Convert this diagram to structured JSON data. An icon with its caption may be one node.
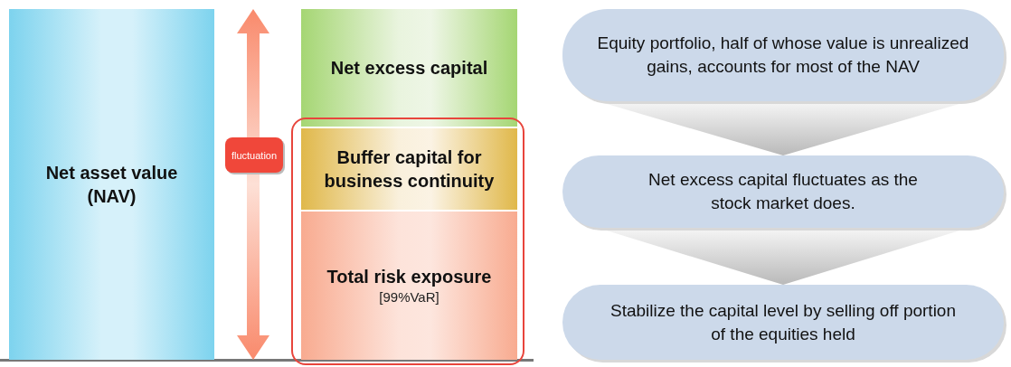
{
  "diagram": {
    "nodes": [
      {
        "text": [
          "Net asset value (NAV)"
        ]
      },
      {
        "text": [
          "Net excess capital"
        ]
      },
      {
        "text": [],
        "shape": "box"
      },
      {
        "text": [
          "Buffer capital for business continuity"
        ],
        "in": 2
      },
      {
        "text": [
          "Total risk exposure",
          "[99%VaR]"
        ],
        "in": 2
      },
      {
        "text": [
          "fluctuation"
        ]
      },
      {
        "text": [
          "Equity portfolio, half of whose value is unrealized gains, accounts for most of the NAV"
        ]
      },
      {
        "text": [
          "Net excess capital fluctuates as the stock market does."
        ]
      },
      {
        "text": [
          "Stabilize the capital level by selling off portion of the equities held"
        ]
      }
    ],
    "edges": [
      {
        "from": 6,
        "to": 7,
        "arrow": "to"
      },
      {
        "from": 7,
        "to": 8,
        "arrow": "to"
      }
    ]
  }
}
